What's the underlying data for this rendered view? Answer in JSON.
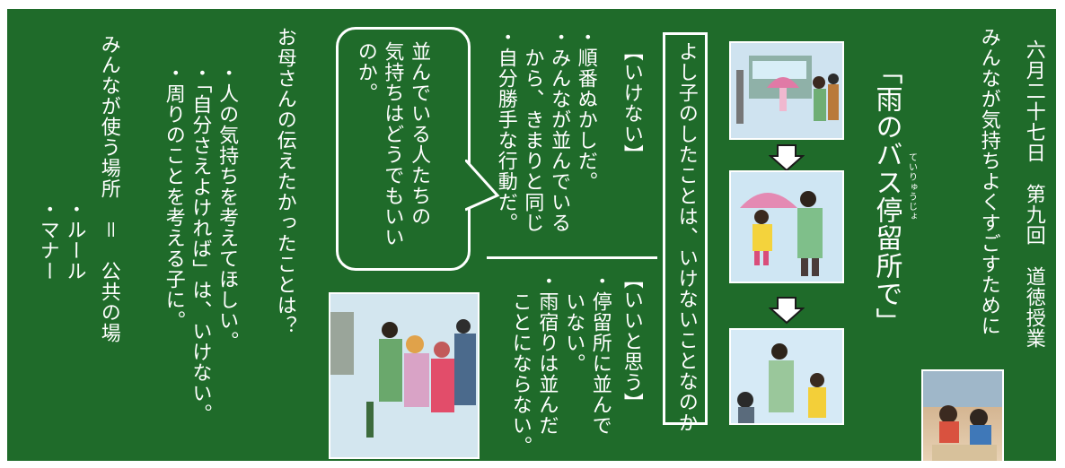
{
  "board": {
    "colors": {
      "board": "#1f6b2a",
      "chalk": "#ffffff",
      "accent": "#d21b1b"
    },
    "lesson_header": "六月二十七日　第九回　道徳授業",
    "theme_line": "みんなが気持ちよくすごすために",
    "title": "「雨のバス停留所で」",
    "title_furigana": "ていりゅうじょ",
    "question_box": "よし子のしたことは、いけないことなのか",
    "bad_header": "【いけない】",
    "bad_points": "・順番ぬかしだ。\n・みんなが並んでいる\n　から、きまりと同じ\n・自分勝手な行動だ。",
    "good_header": "【いいと思う】",
    "good_points": "・停留所に並んで\n　いない。\n・雨宿りは並んだ\n　ことにならない。",
    "speech_bubble": "並んでいる人たちの\n気持ちはどうでもいい\nのか。",
    "mother_question": "お母さんの伝えたかったことは？",
    "mother_points": "・人の気持ちを考えてほしい。\n・「自分さえよければ」は、いけない。\n・周りのことを考える子に。",
    "public_line": "みんなが使う場所　＝　公共の場",
    "public_points": "　　　　　　　　・ルール\n　　　　　　　　・マナー",
    "icons": [
      "illustration-bus-stop",
      "down-arrow",
      "illustration-girl-umbrella",
      "down-arrow",
      "illustration-mother-girl",
      "illustration-crowd",
      "photo-classroom"
    ]
  }
}
